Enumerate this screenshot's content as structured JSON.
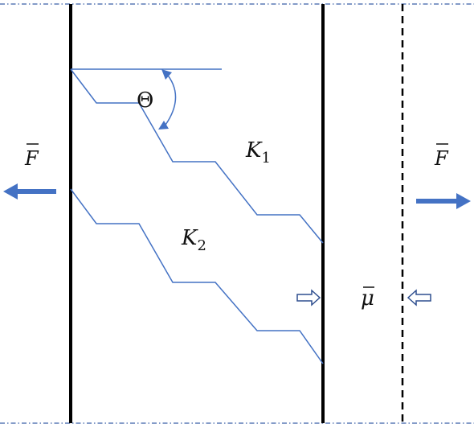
{
  "labels": {
    "force_left": "F",
    "force_right": "F",
    "angle": "Θ",
    "k1_base": "K",
    "k1_sub": "1",
    "k2_base": "K",
    "k2_sub": "2",
    "mu": "μ"
  },
  "colors": {
    "walls": "#000000",
    "frame": "#3a5fa8",
    "crack": "#4472c4",
    "arrow_fill": "#4472c4",
    "arrow_stroke": "#2f4f8f"
  }
}
